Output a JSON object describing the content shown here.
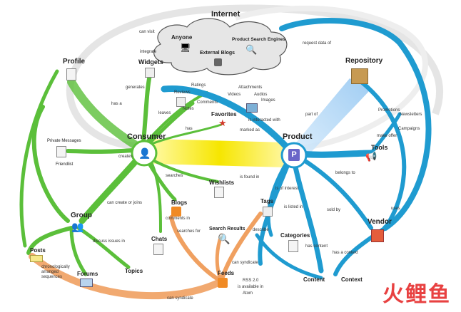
{
  "hubs": {
    "internet": "Internet",
    "consumer": "Consumer",
    "product": "Product"
  },
  "cloud": {
    "anyone": "Anyone",
    "product_search_engines": "Product Search Engines",
    "external_blogs": "External Blogs"
  },
  "nodes": {
    "profile": "Profile",
    "widgets": "Widgets",
    "repository": "Repository",
    "private_messages": "Private Messages",
    "friendlist": "Friendlist",
    "group": "Group",
    "posts": "Posts",
    "forums": "Forums",
    "topics": "Topics",
    "chats": "Chats",
    "blogs": "Blogs",
    "wishlists": "Wishlists",
    "search_results": "Search Results",
    "feeds": "Feeds",
    "tags": "Tags",
    "categories": "Categories",
    "content": "Content",
    "context": "Context",
    "vendor": "Vendor",
    "tools": "Tools",
    "promotions": "Promotions",
    "newsletters": "Newsletters",
    "campaigns": "Campaigns",
    "favorites": "Favorites",
    "ratings": "Ratings",
    "reviews": "Reviews",
    "comments": "Comments",
    "notes": "Notes",
    "attachments": "Attachments",
    "videos": "Videos",
    "audios": "Audios",
    "images": "Images",
    "rss": "RSS 2.0",
    "atom": "Atom"
  },
  "edge_labels": {
    "can_visit": "can visit",
    "integrate": "integrate",
    "generates": "generates",
    "has_a": "has a",
    "leaves": "leaves",
    "has": "has",
    "creates": "creates",
    "can_create_or_joins": "can create or joins",
    "searches": "searches",
    "searches_for": "searches for",
    "comments_in": "comments in",
    "interacts_with": "is interacted with",
    "request_data_of": "request data of",
    "part_of": "part of",
    "is_listed_in": "is listed in",
    "is_found_in": "is found in",
    "has_content": "has content",
    "has_context": "has a context",
    "can_syndicate": "can syndicate",
    "is_available_in": "is available in",
    "make_offer": "make offer",
    "sold_by": "sold by",
    "uses": "uses",
    "can_syndicate_2": "can syndicate",
    "marked_as": "marked as",
    "discuss_issues_in": "discuss issues in",
    "chronologically_arranged": "chronologically arranged sequences",
    "belongs_to": "belongs to",
    "describe": "describe",
    "is_of_interest": "is of interest"
  },
  "watermark": "火鲤鱼",
  "colors": {
    "green": "#5bbf3a",
    "blue": "#1f9bd0",
    "orange": "#f0a060",
    "yellow": "#f5e400",
    "lightblue": "#a9d2f5",
    "accent_red": "#e84141"
  }
}
